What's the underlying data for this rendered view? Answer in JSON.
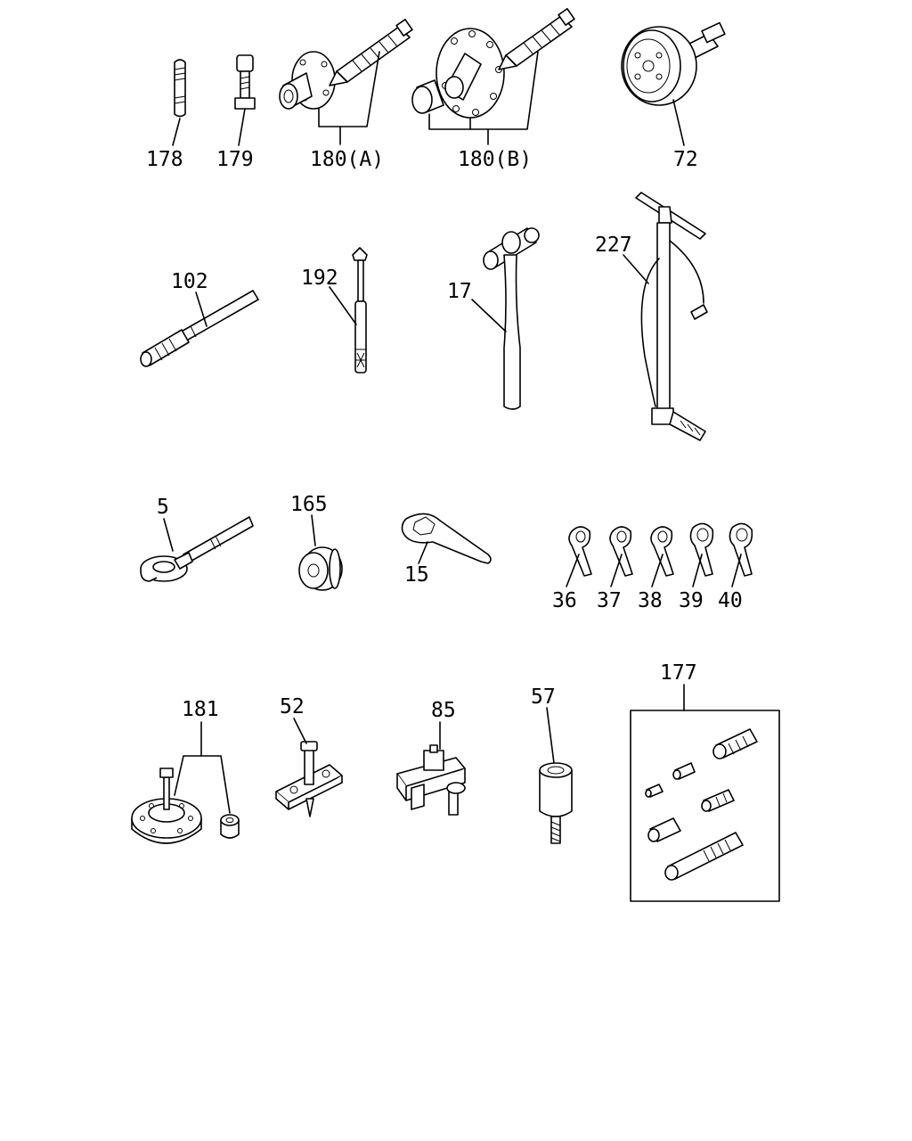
{
  "parts": [
    {
      "id": "178",
      "label": "178"
    },
    {
      "id": "179",
      "label": "179"
    },
    {
      "id": "180a",
      "label": "180(A)"
    },
    {
      "id": "180b",
      "label": "180(B)"
    },
    {
      "id": "72",
      "label": "72"
    },
    {
      "id": "102",
      "label": "102"
    },
    {
      "id": "192",
      "label": "192"
    },
    {
      "id": "17",
      "label": "17"
    },
    {
      "id": "227",
      "label": "227"
    },
    {
      "id": "5",
      "label": "5"
    },
    {
      "id": "165",
      "label": "165"
    },
    {
      "id": "15",
      "label": "15"
    },
    {
      "id": "36",
      "label": "36"
    },
    {
      "id": "37",
      "label": "37"
    },
    {
      "id": "38",
      "label": "38"
    },
    {
      "id": "39",
      "label": "39"
    },
    {
      "id": "40",
      "label": "40"
    },
    {
      "id": "181",
      "label": "181"
    },
    {
      "id": "52",
      "label": "52"
    },
    {
      "id": "85",
      "label": "85"
    },
    {
      "id": "57",
      "label": "57"
    },
    {
      "id": "177",
      "label": "177"
    }
  ]
}
